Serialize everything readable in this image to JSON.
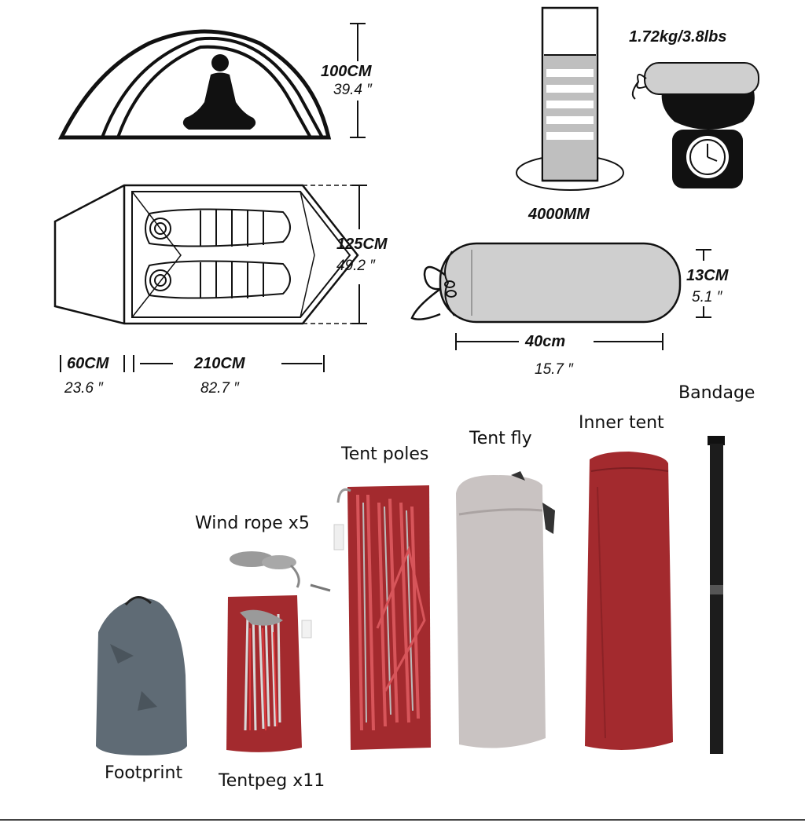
{
  "spec": {
    "height_cm": "100CM",
    "height_in": "39.4 ″",
    "width_cm": "125CM",
    "width_in": "49.2 ″",
    "vestibule_cm": "60CM",
    "vestibule_in": "23.6 ″",
    "length_cm": "210CM",
    "length_in": "82.7 ″",
    "waterproof": "4000MM",
    "weight": "1.72kg/3.8lbs",
    "pack_diameter_cm": "13CM",
    "pack_diameter_in": "5.1 ″",
    "pack_length_cm": "40cm",
    "pack_length_in": "15.7 ″"
  },
  "components": {
    "footprint": "Footprint",
    "tentpeg": "Tentpeg x11",
    "wind_rope": "Wind rope x5",
    "tent_poles": "Tent poles",
    "tent_fly": "Tent fly",
    "inner_tent": "Inner tent",
    "bandage": "Bandage"
  },
  "colors": {
    "red_fabric": "#a32a2e",
    "grey_fabric": "#c9c3c2",
    "footprint_fabric": "#5f6b75",
    "outline": "#111111"
  }
}
